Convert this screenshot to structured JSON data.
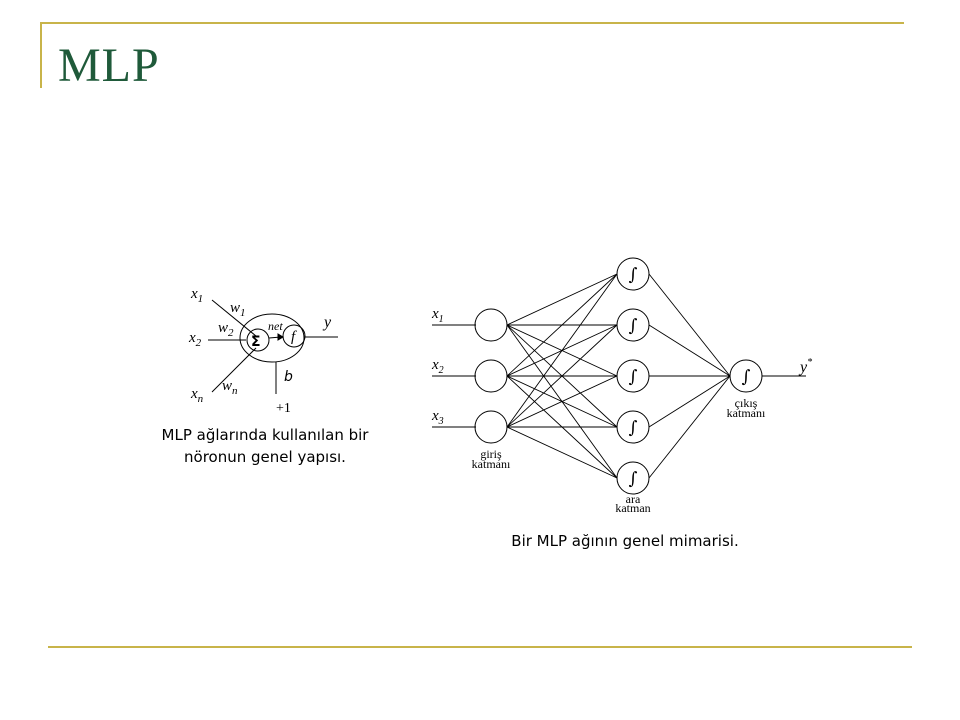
{
  "slide": {
    "title": "MLP"
  },
  "neuron": {
    "inputs": [
      "x",
      "x",
      "x"
    ],
    "input_subs": [
      "1",
      "2",
      "n"
    ],
    "weights": [
      "w",
      "w",
      "w"
    ],
    "weight_subs": [
      "1",
      "2",
      "n"
    ],
    "sum_symbol": "Σ",
    "net_label": "net",
    "activation": "f",
    "output": "y",
    "bias": "b",
    "bias_input": "+1",
    "caption_line1": "MLP ağlarında kullanılan bir",
    "caption_line2": "nöronun genel yapısı."
  },
  "network": {
    "inputs": [
      "x",
      "x",
      "x"
    ],
    "input_subs": [
      "1",
      "2",
      "3"
    ],
    "hidden_symbol": "∫",
    "output_label": "y",
    "output_sup": "*",
    "input_layer_line1": "giriş",
    "input_layer_line2": "katmanı",
    "hidden_layer_line1": "ara",
    "hidden_layer_line2": "katman",
    "output_layer_line1": "çıkış",
    "output_layer_line2": "katmanı",
    "caption": "Bir MLP ağının genel mimarisi."
  }
}
